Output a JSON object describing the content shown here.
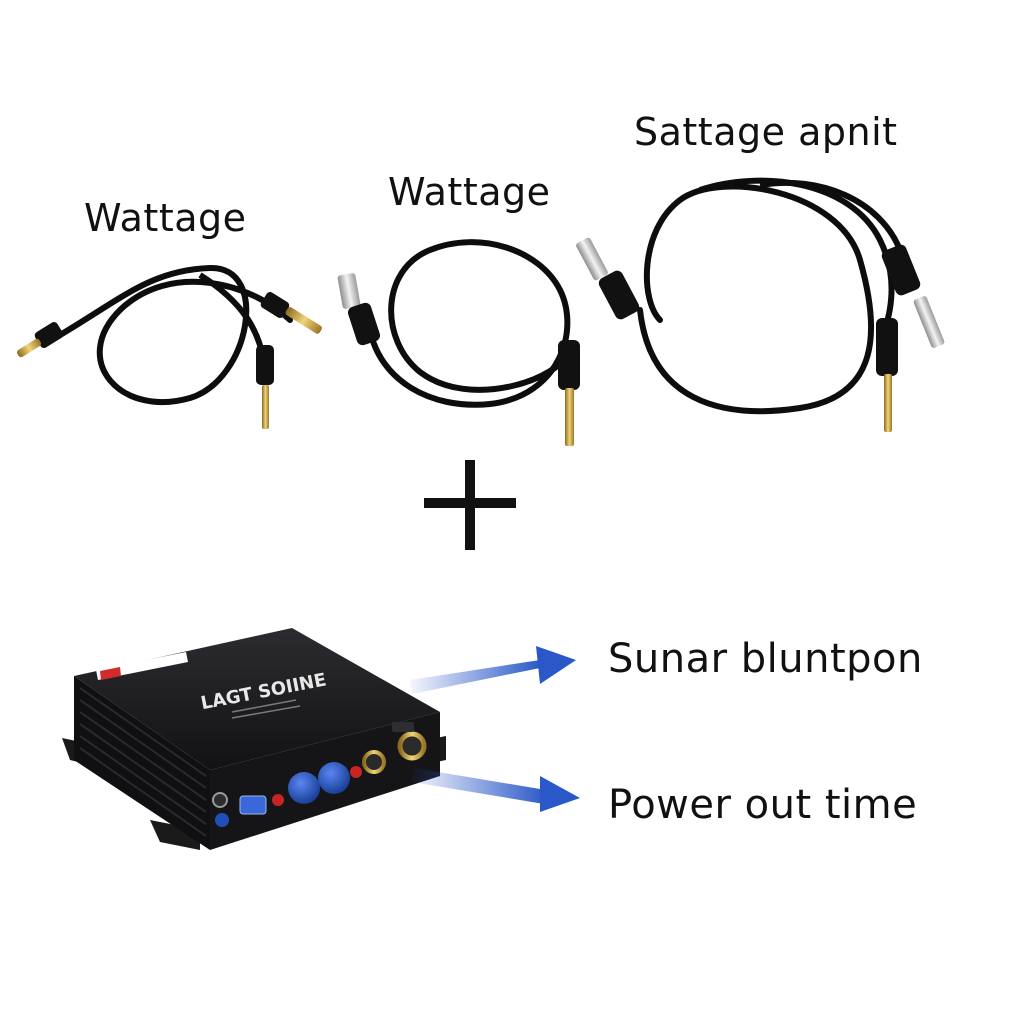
{
  "cables": [
    {
      "label": "Wattage"
    },
    {
      "label": "Wattage"
    },
    {
      "label": "Sattage apnit"
    }
  ],
  "plus_symbol": "+",
  "device": {
    "brand_text": "LAGT SOIINE",
    "badge_text": ""
  },
  "arrows": [
    {
      "label": "Sunar bluntpon"
    },
    {
      "label": "Power out time"
    }
  ],
  "colors": {
    "background": "#ffffff",
    "cable": "#0d0d0d",
    "plug_gold": "#c9a43a",
    "plug_silver": "#c8c8c8",
    "device_body": "#1b1b1d",
    "knob_blue": "#1f4fb8",
    "arrow_blue": "#2b58c8"
  }
}
